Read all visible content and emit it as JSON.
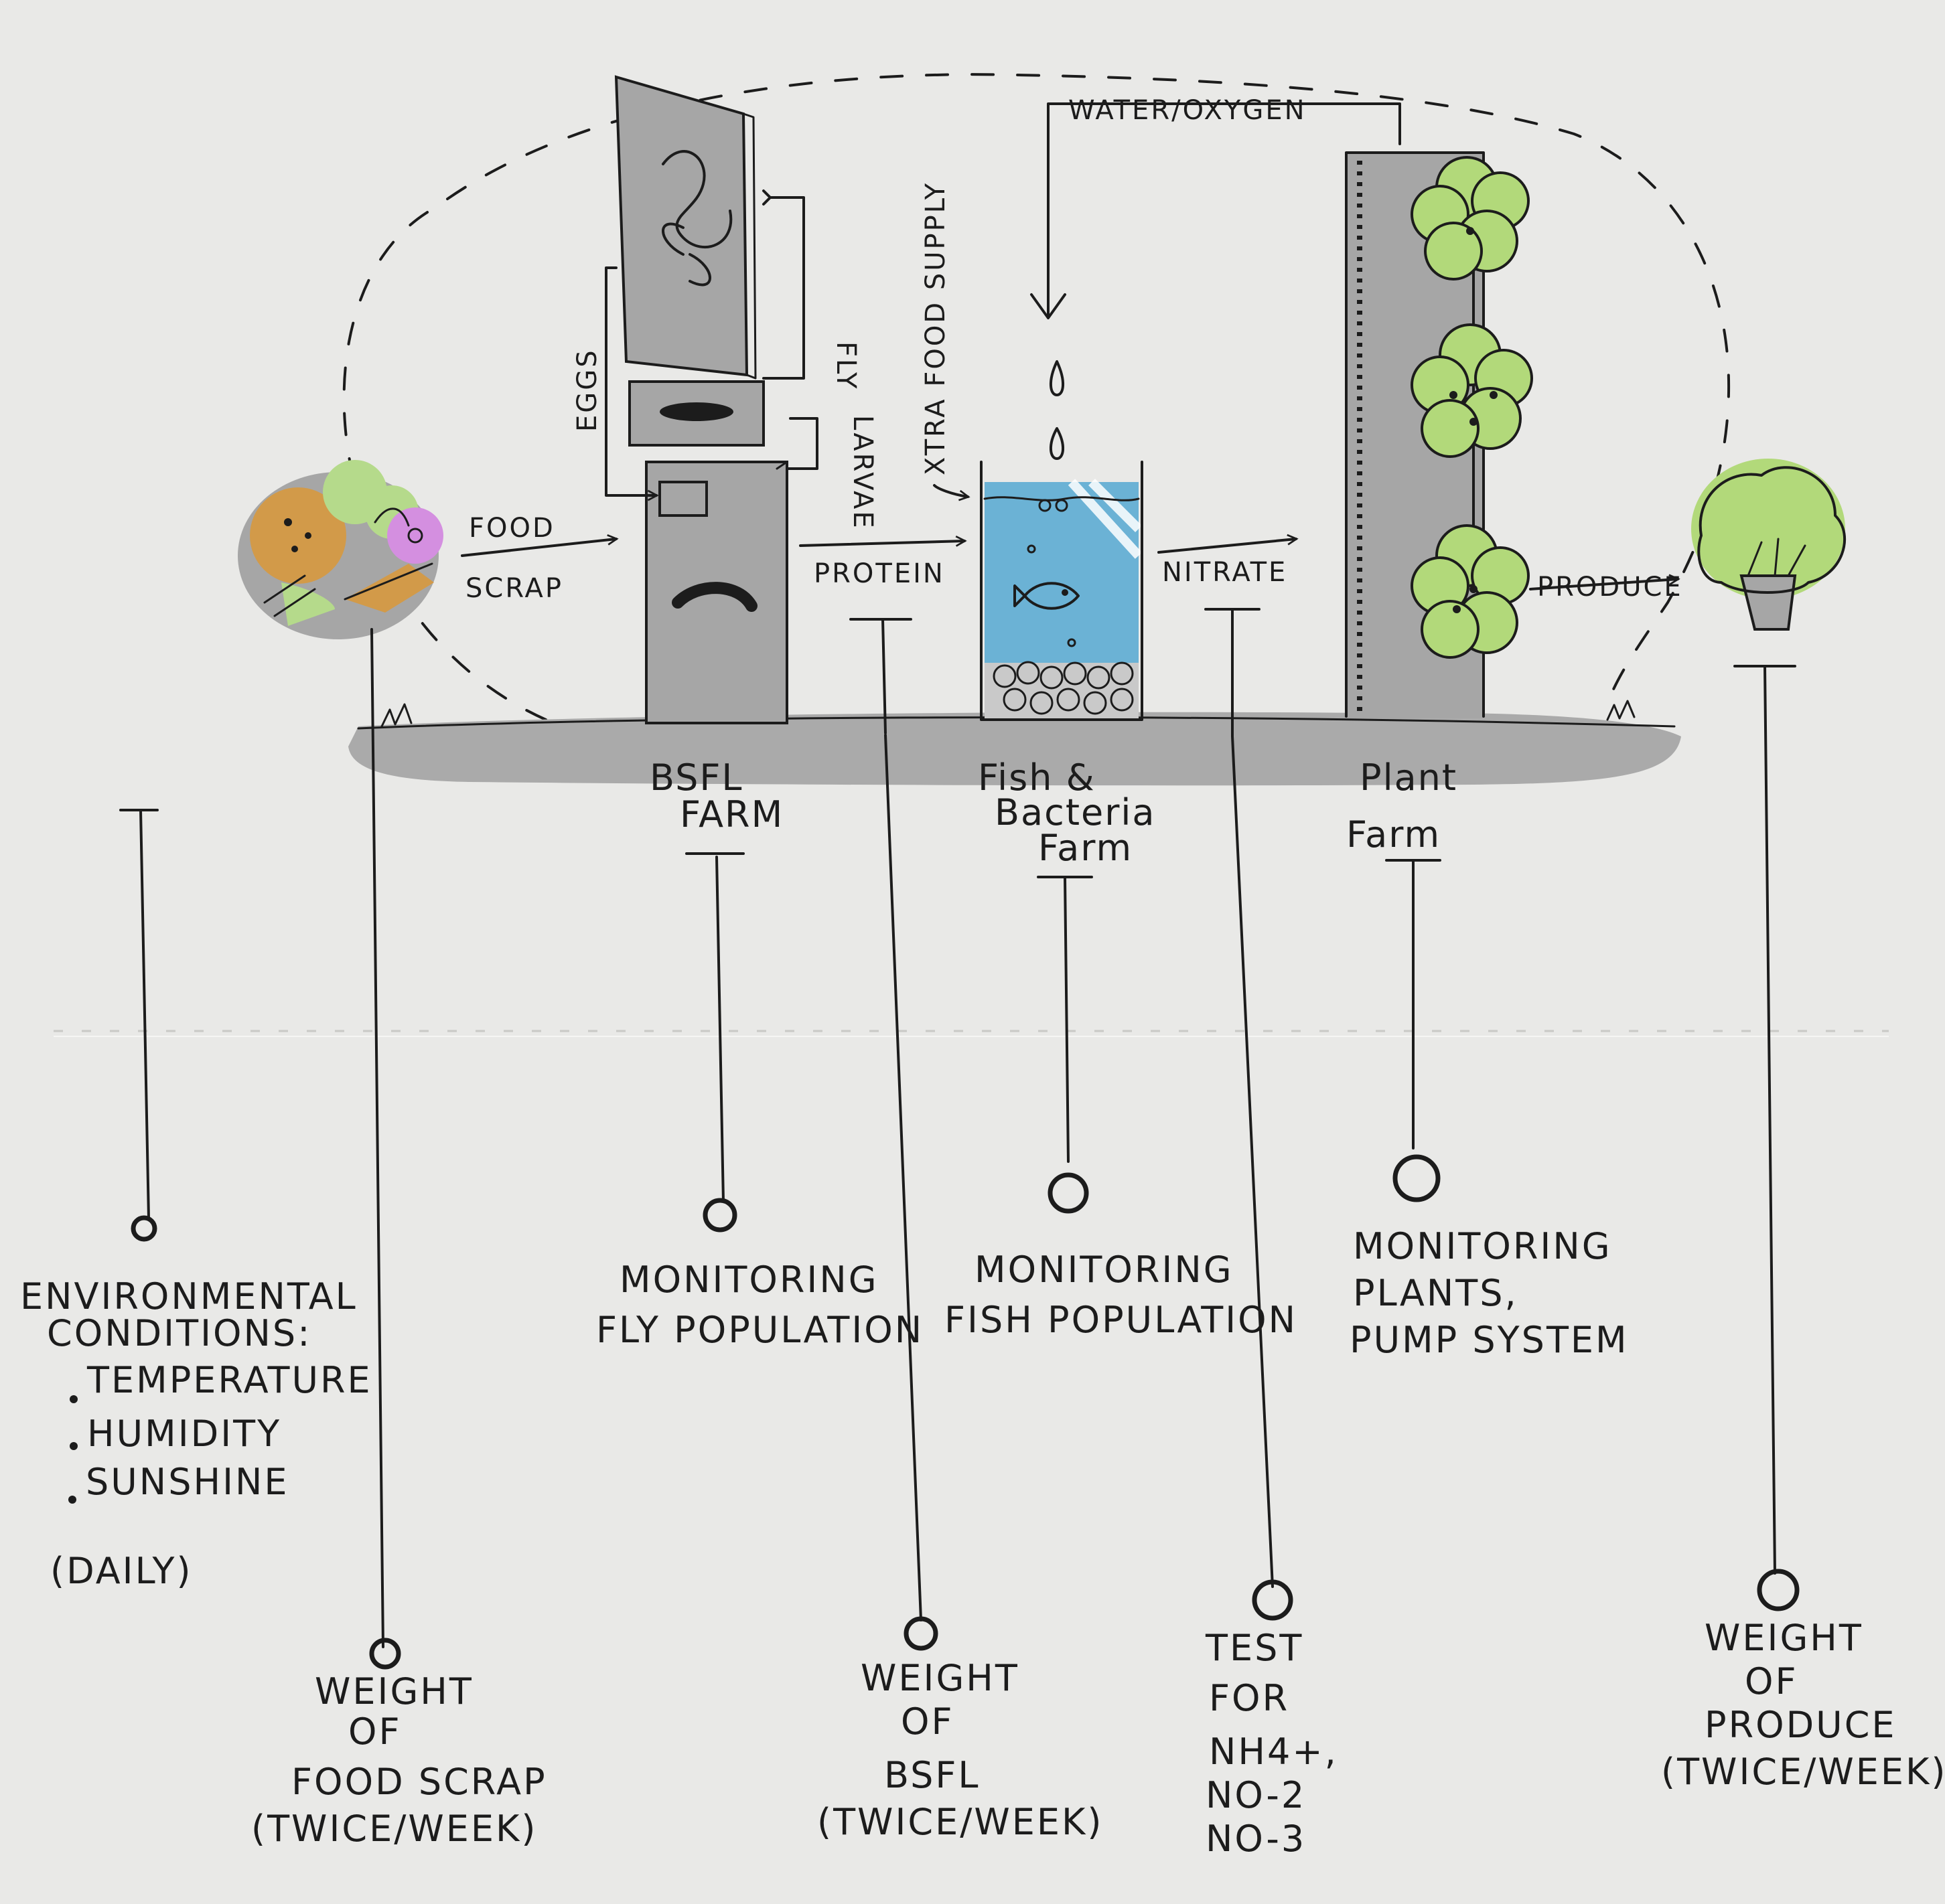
{
  "colors": {
    "paper": "#e9e9e7",
    "ink": "#1c1c1c",
    "ground": "#aaaaaa",
    "structure": "#a6a6a6",
    "water": "#6bb2d5",
    "foliage": "#b2d97a",
    "scrap_orange": "#d29a49",
    "scrap_green": "#b5da8b",
    "scrap_purple": "#d48fe0"
  },
  "flow": {
    "food_scrap": [
      "FOOD",
      "SCRAP"
    ],
    "protein": "PROTEIN",
    "nitrate": "NITRATE",
    "produce": "PRODUCE",
    "eggs": "EGGS",
    "fly": "FLY",
    "larvae": "LARVAE",
    "xtra_food_supply": "XTRA FOOD SUPPLY",
    "water_oxygen": "WATER/OXYGEN"
  },
  "farms": {
    "bsfl": [
      "BSFL",
      "FARM"
    ],
    "fish": [
      "Fish &",
      "Bacteria",
      "Farm"
    ],
    "plant": [
      "Plant",
      "Farm"
    ]
  },
  "monitors": {
    "environment": {
      "lines": [
        "ENVIRONMENTAL",
        "CONDITIONS:"
      ],
      "bullets": [
        "TEMPERATURE",
        "HUMIDITY",
        "SUNSHINE"
      ],
      "freq": "(DAILY)"
    },
    "weight_food_scrap": [
      "WEIGHT",
      "OF",
      "FOOD SCRAP",
      "(TWICE/WEEK)"
    ],
    "fly_population": [
      "MONITORING",
      "FLY POPULATION"
    ],
    "weight_bsfl": [
      "WEIGHT",
      "OF",
      "BSFL",
      "(TWICE/WEEK)"
    ],
    "fish_population": [
      "MONITORING",
      "FISH POPULATION"
    ],
    "test_nitrogen": [
      "TEST",
      "FOR",
      "NH4+,",
      "NO-2",
      "NO-3"
    ],
    "plants_pump": [
      "MONITORING",
      "PLANTS,",
      "PUMP SYSTEM"
    ],
    "weight_produce": [
      "WEIGHT",
      "OF",
      "PRODUCE",
      "(TWICE/WEEK)"
    ]
  }
}
